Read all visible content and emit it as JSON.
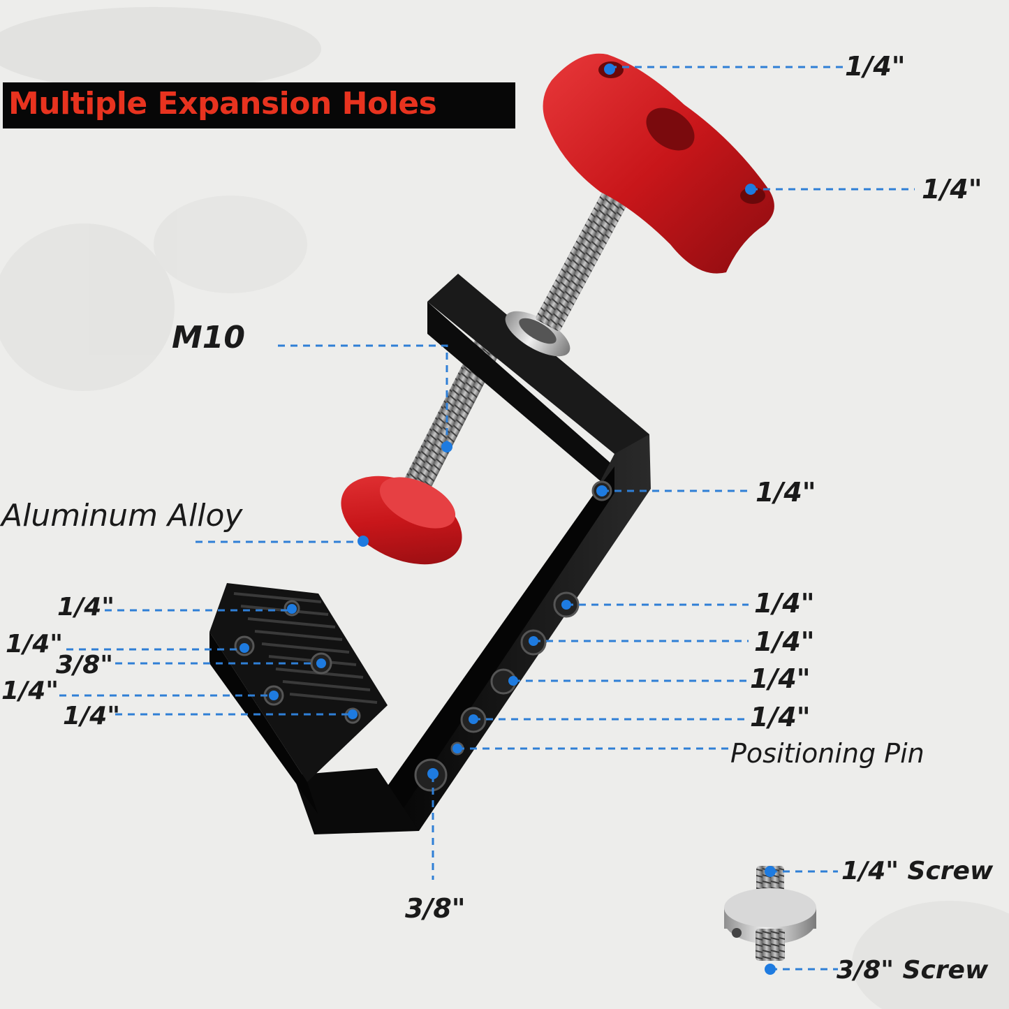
{
  "title": "Multiple Expansion Holes",
  "colors": {
    "background": "#ededeb",
    "title_bg": "#070707",
    "title_text": "#e8331f",
    "red_anodized": "#c8161a",
    "black_body": "#111111",
    "leader": "#2f7fd6",
    "dot": "#1e7be0"
  },
  "labels": {
    "knob_top_hole": "1/4\"",
    "knob_right_hole": "1/4\"",
    "thread": "M10",
    "material": "Aluminum Alloy",
    "side_hole": "1/4\"",
    "right_1": "1/4\"",
    "right_2": "1/4\"",
    "right_3": "1/4\"",
    "right_4": "1/4\"",
    "positioning_pin": "Positioning Pin",
    "jaw_1": "1/4\"",
    "jaw_2": "1/4\"",
    "jaw_3": "3/8\"",
    "jaw_4": "1/4\"",
    "jaw_5": "1/4\"",
    "bottom_hole": "3/8\"",
    "screw_top": "1/4\" Screw",
    "screw_bottom": "3/8\" Screw"
  }
}
